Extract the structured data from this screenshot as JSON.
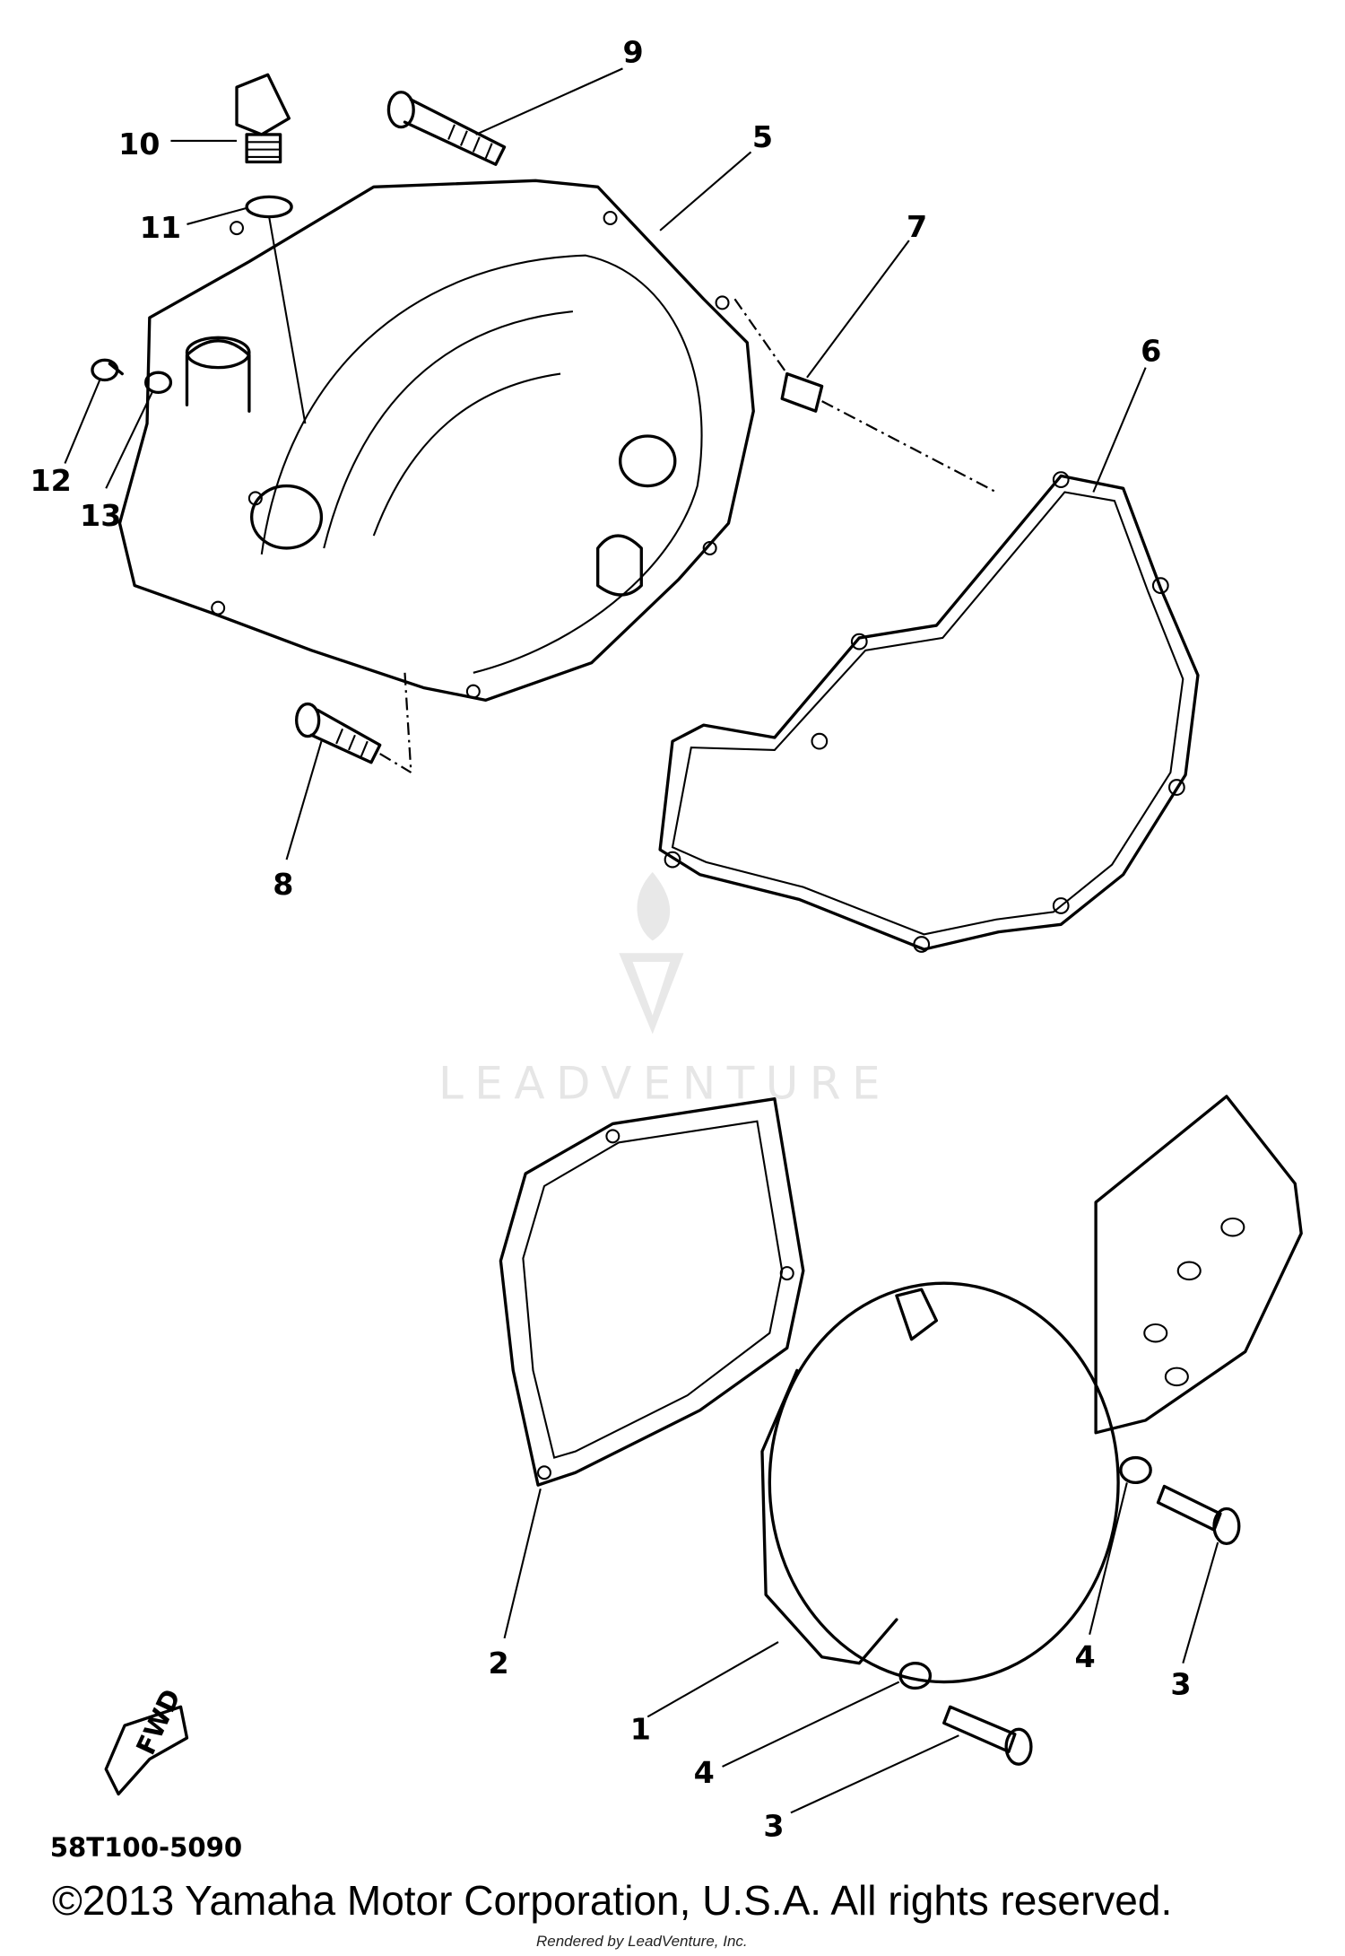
{
  "diagram": {
    "callouts": {
      "c1": "1",
      "c2": "2",
      "c3a": "3",
      "c3b": "3",
      "c4a": "4",
      "c4b": "4",
      "c5": "5",
      "c6": "6",
      "c7": "7",
      "c8": "8",
      "c9": "9",
      "c10": "10",
      "c11": "11",
      "c12": "12",
      "c13": "13"
    },
    "fwd_label": "FWD",
    "diagram_code": "58T100-5090",
    "watermark": "LEADVENTURE",
    "copyright": "©2013 Yamaha Motor Corporation, U.S.A. All rights reserved.",
    "rendered_by": "Rendered by LeadVenture, Inc.",
    "colors": {
      "line": "#000000",
      "watermark": "#e6e6e6",
      "background": "#ffffff"
    }
  }
}
